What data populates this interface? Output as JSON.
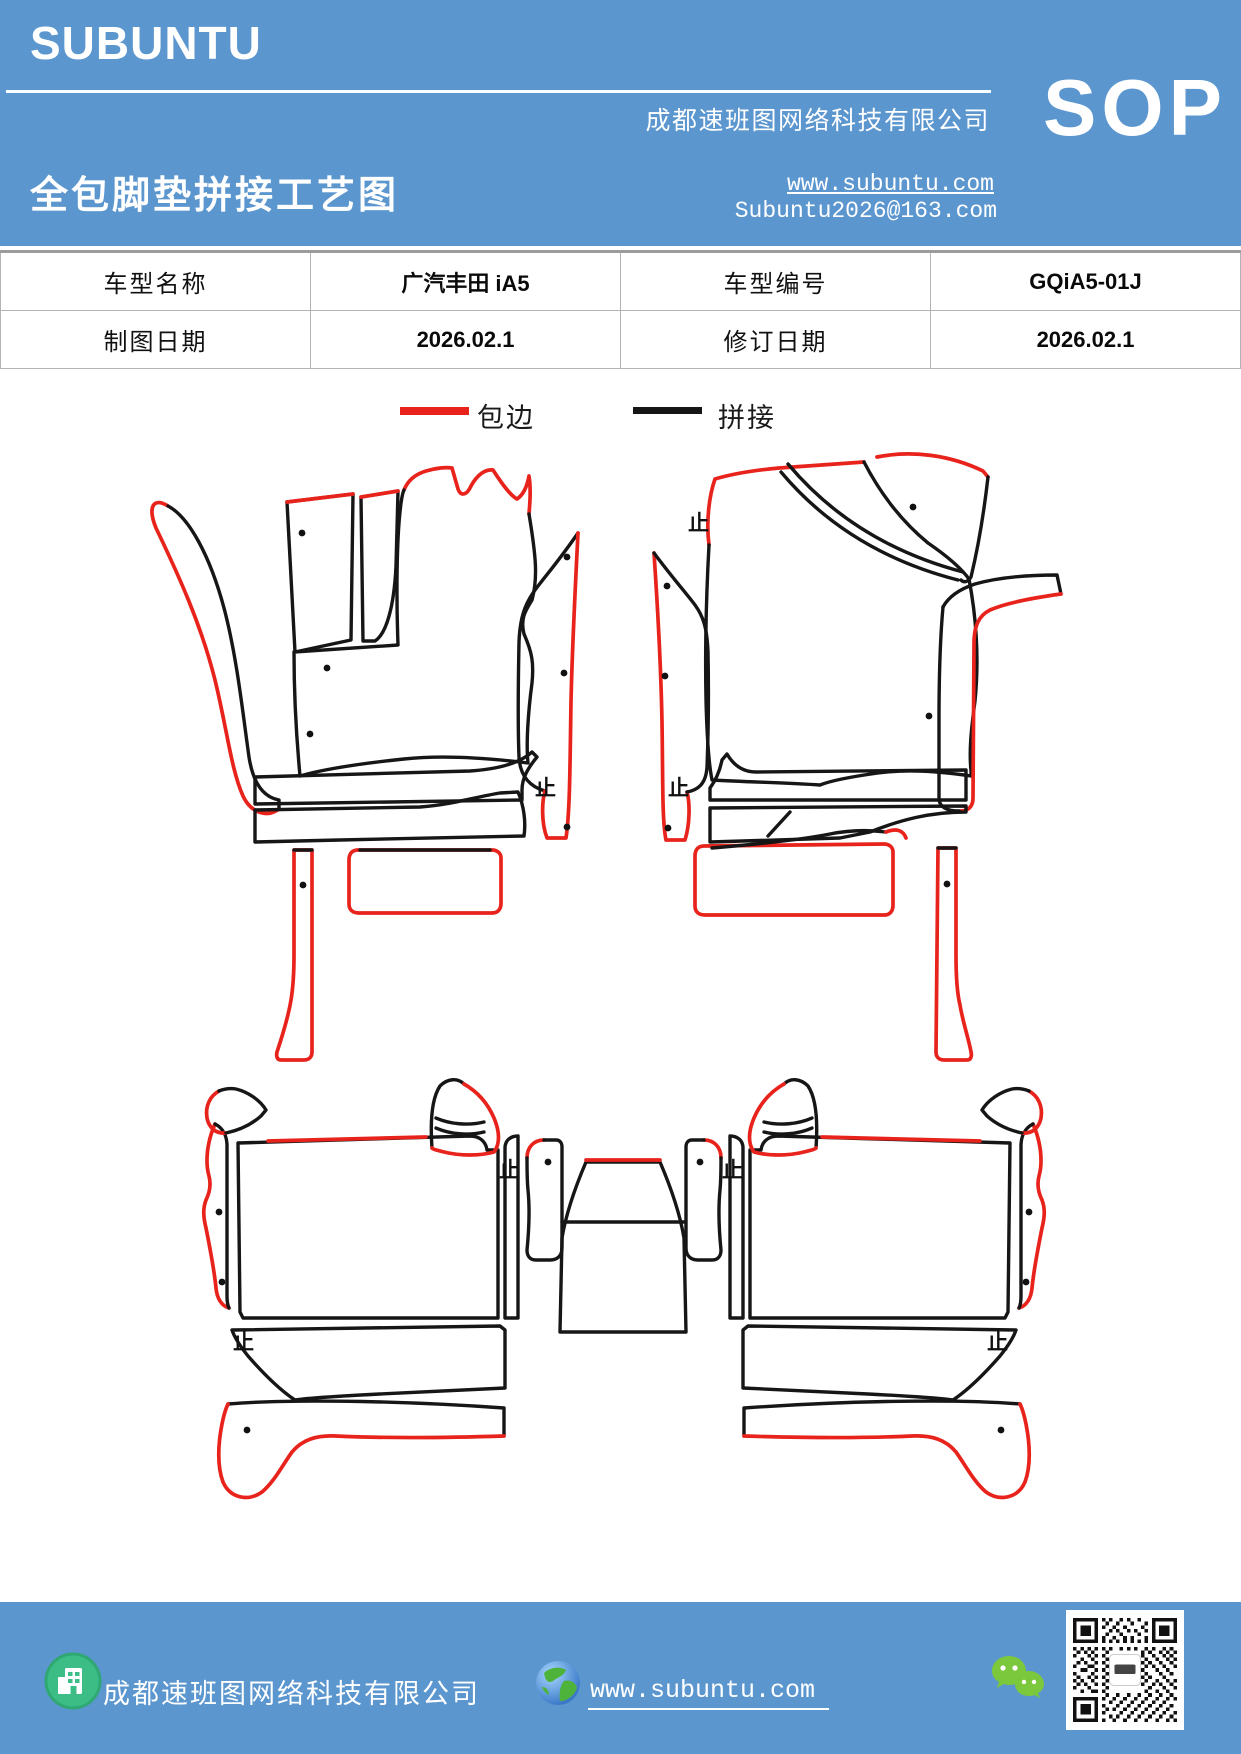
{
  "header": {
    "logo": "SUBUNTU",
    "title": "全包脚垫拼接工艺图",
    "company": "成都速班图网络科技有限公司",
    "website": "www.subuntu.com",
    "email": "Subuntu2026@163.com",
    "badge": "SOP",
    "banner_color": "#5b96cf"
  },
  "info_table": {
    "rows": [
      [
        "车型名称",
        "广汽丰田 iA5",
        "车型编号",
        "GQiA5-01J"
      ],
      [
        "制图日期",
        "2026.02.1",
        "修订日期",
        "2026.02.1"
      ]
    ]
  },
  "legend": {
    "items": [
      {
        "label": "包边",
        "color": "#e8231c"
      },
      {
        "label": "拼接",
        "color": "#161616"
      }
    ]
  },
  "diagram": {
    "stop_mark": "止",
    "edge_color": "#e8231c",
    "seam_color": "#161616",
    "description": "car floor mat cutting pieces, red = wrapped edge, black = splice seam"
  },
  "footer": {
    "company": "成都速班图网络科技有限公司",
    "website": "www.subuntu.com"
  }
}
